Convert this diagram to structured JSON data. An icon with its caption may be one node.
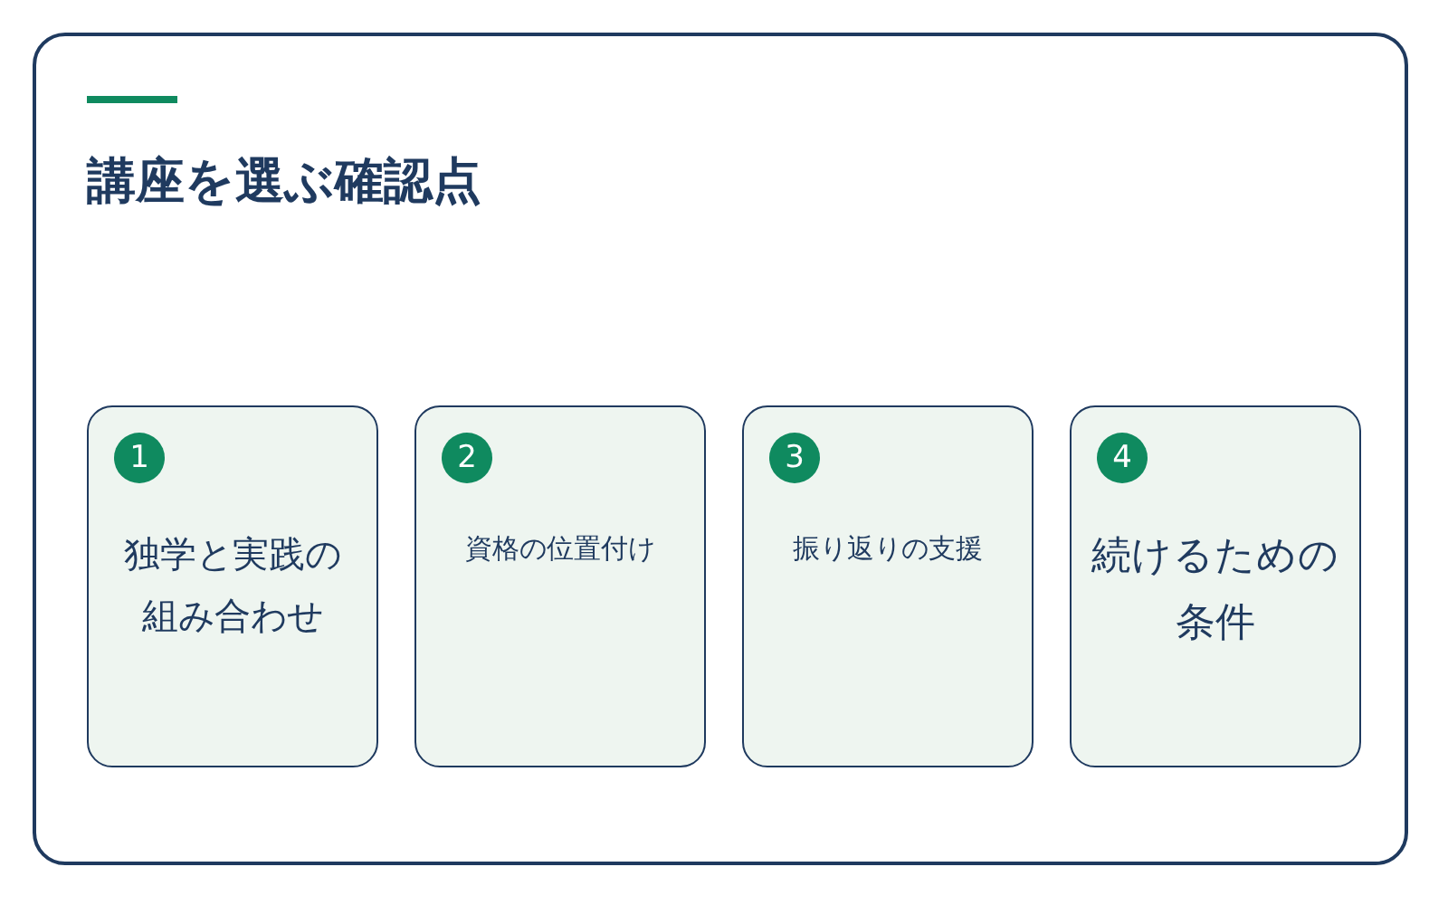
{
  "diagram": {
    "nodes": [
      {
        "text": [
          "講座を選ぶ確認点"
        ]
      },
      {
        "text": [
          "1",
          "独学と実践の組み合わせ"
        ],
        "in": 0
      },
      {
        "text": [
          "2",
          "資格の位置付け"
        ],
        "in": 0
      },
      {
        "text": [
          "3",
          "振り返りの支援"
        ],
        "in": 0
      },
      {
        "text": [
          "4",
          "続けるための条件"
        ],
        "in": 0
      }
    ],
    "edges": []
  }
}
